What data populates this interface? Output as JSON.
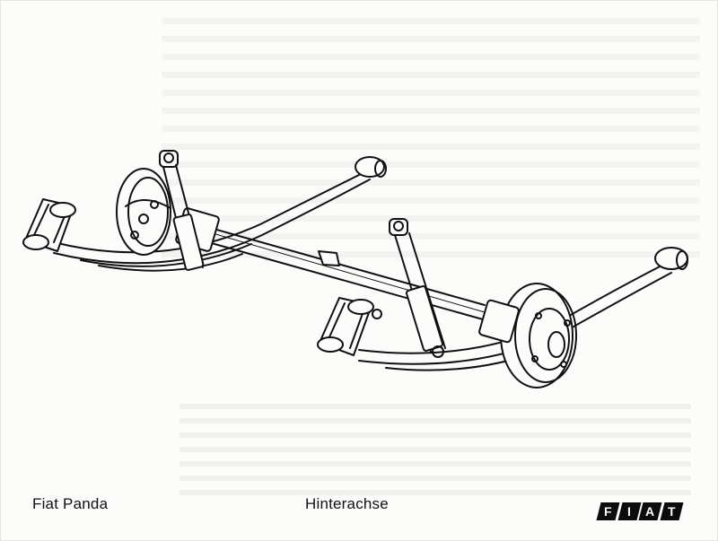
{
  "document": {
    "model_name": "Fiat Panda",
    "part_name": "Hinterachse",
    "brand": "FIAT",
    "brand_letters": [
      "F",
      "I",
      "A",
      "T"
    ]
  },
  "colors": {
    "ink": "#111111",
    "paper": "#fcfcfb",
    "logo": "#0c0c0c"
  }
}
